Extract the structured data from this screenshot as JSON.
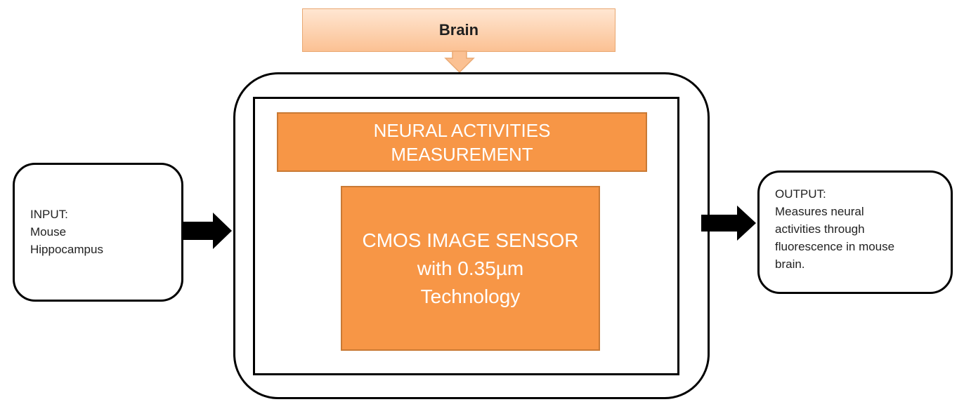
{
  "diagram": {
    "brain": {
      "label": "Brain"
    },
    "measurement": {
      "lines": [
        "NEURAL ACTIVITIES",
        "MEASUREMENT"
      ]
    },
    "sensor": {
      "lines": [
        "CMOS IMAGE SENSOR",
        "with 0.35µm",
        "Technology"
      ]
    },
    "input": {
      "lines": [
        "INPUT:",
        "Mouse",
        "Hippocampus"
      ]
    },
    "output": {
      "lines": [
        "OUTPUT:",
        "Measures neural",
        "activities through",
        "fluorescence  in mouse",
        "brain."
      ]
    },
    "colors": {
      "block_fill": "#f79646",
      "brain_fill_top": "#ffe6d2",
      "brain_fill_bottom": "#fbc193",
      "arrow": "#000000"
    }
  }
}
